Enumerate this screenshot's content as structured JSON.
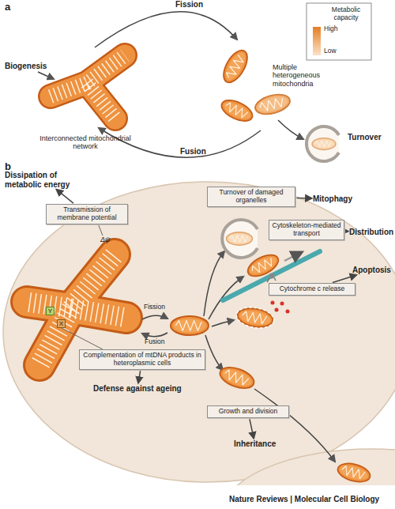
{
  "diagram": {
    "nodes": [
      {
        "text": [
          "Dissipation of metabolic energy"
        ]
      },
      {
        "text": [
          "Transmission of membrane potential"
        ]
      },
      {
        "text": [
          "Turnover of damaged organelles"
        ]
      },
      {
        "text": [
          "Mitophagy"
        ]
      },
      {
        "text": [
          "Cytoskeleton-mediated transport"
        ]
      },
      {
        "text": [
          "Distribution"
        ]
      },
      {
        "text": [
          "Apoptosis"
        ]
      },
      {
        "text": [
          "Cytochrome c release"
        ]
      },
      {
        "text": [
          "Y"
        ]
      },
      {
        "text": [
          "X"
        ]
      },
      {
        "text": [
          "Complementation of mtDNA products in heteroplasmic cells"
        ]
      },
      {
        "text": [
          "Defense against ageing"
        ]
      },
      {
        "text": [
          "Growth and division"
        ]
      },
      {
        "text": [
          "Inheritance"
        ]
      }
    ],
    "edges": [
      {
        "from": 1,
        "to": 0,
        "arrow": "to"
      },
      {
        "from": 2,
        "to": 3,
        "arrow": "to"
      },
      {
        "from": 4,
        "to": 5,
        "arrow": "to"
      },
      {
        "from": 7,
        "to": 6,
        "arrow": "to"
      },
      {
        "from": 10,
        "to": 11,
        "arrow": "to"
      },
      {
        "from": 12,
        "to": 13,
        "arrow": "to"
      }
    ],
    "labels": [
      "a",
      "Fission",
      "Metabolic capacity",
      "Multiple heterogeneous mitochondria",
      "Biogenesis",
      "Interconnected mitochondrial network",
      "Fusion",
      "Turnover",
      "b",
      "Δψ",
      "Fission",
      "Fusion",
      "Nature Reviews | Molecular Cell Biology"
    ],
    "legend": [
      {
        "text": "High",
        "color": "#e57d25"
      },
      {
        "text": "Low",
        "color": "#fbe2c6"
      }
    ]
  }
}
